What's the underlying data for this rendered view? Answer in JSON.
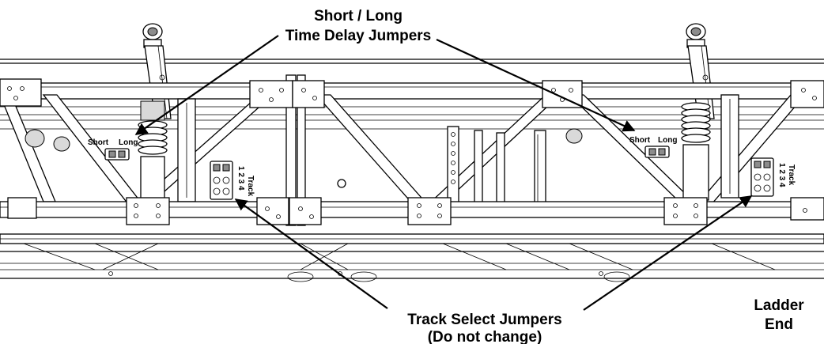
{
  "labels": {
    "time_delay_line1": "Short / Long",
    "time_delay_line2": "Time Delay Jumpers",
    "short_left": "Short",
    "long_left": "Long",
    "short_right": "Short",
    "long_right": "Long",
    "track_left": "Track",
    "track_nums_left": "1 2 3 4",
    "track_right": "Track",
    "track_nums_right": "1 2 3 4",
    "track_select_line1": "Track Select Jumpers",
    "track_select_line2": "(Do not change)",
    "ladder_line1": "Ladder",
    "ladder_line2": "End"
  },
  "colors": {
    "line": "#000000",
    "background": "#ffffff",
    "panel_shade": "#d9d9d9"
  }
}
